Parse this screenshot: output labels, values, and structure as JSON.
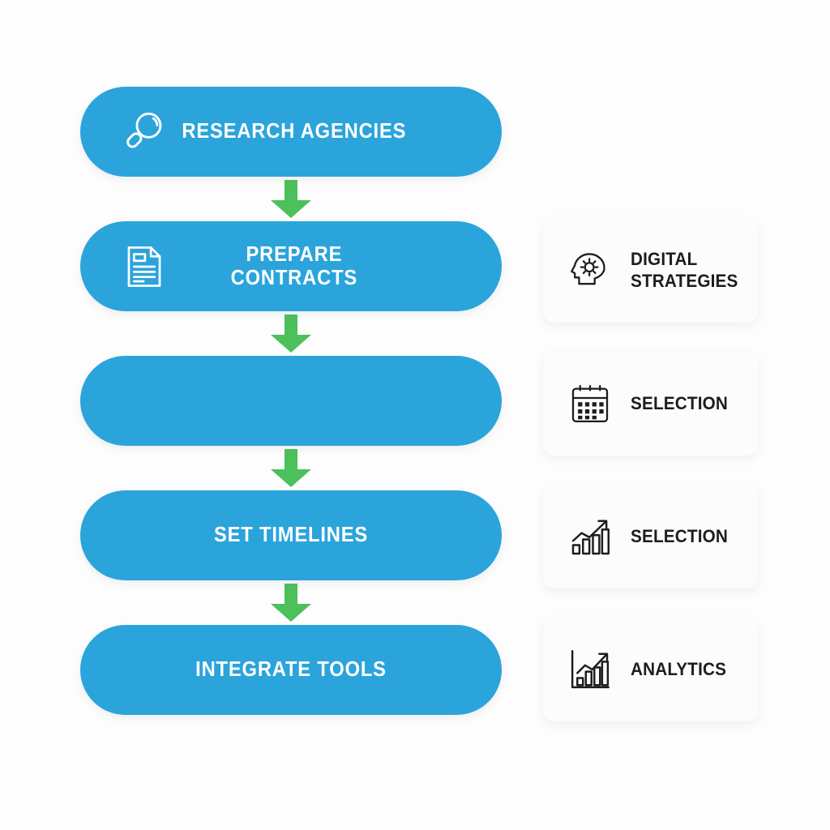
{
  "theme": {
    "page_background": "#FDFDFD",
    "step_fill": "#2BA4DC",
    "step_text": "#FFFFFF",
    "arrow_color": "#4CC05A",
    "card_background": "#FCFCFC",
    "card_text": "#1D1D1D"
  },
  "flow": {
    "steps": [
      {
        "label": "RESEARCH AGENCIES",
        "icon": "magnifier-icon",
        "has_icon": true
      },
      {
        "label": "PREPARE CONTRACTS",
        "icon": "document-icon",
        "has_icon": true
      },
      {
        "label": "",
        "icon": "",
        "has_icon": false
      },
      {
        "label": "SET TIMELINES",
        "icon": "",
        "has_icon": false
      },
      {
        "label": "INTEGRATE TOOLS",
        "icon": "",
        "has_icon": false
      }
    ],
    "connectors": [
      {
        "icon": "arrow-down-icon"
      },
      {
        "icon": "arrow-down-icon"
      },
      {
        "icon": "arrow-down-icon"
      },
      {
        "icon": "arrow-down-icon"
      }
    ]
  },
  "cards": {
    "items": [
      {
        "label": "DIGITAL STRATEGIES",
        "icon": "head-gear-icon"
      },
      {
        "label": "SELECTION",
        "icon": "calendar-icon"
      },
      {
        "label": "SELECTION",
        "icon": "growth-chart-icon"
      },
      {
        "label": "ANALYTICS",
        "icon": "bar-chart-axis-icon"
      }
    ]
  }
}
